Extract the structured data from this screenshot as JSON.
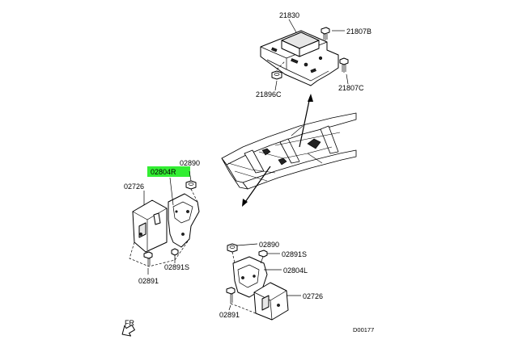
{
  "highlight_color": "#33ee33",
  "labels": {
    "p21830": "21830",
    "p21807b": "21807B",
    "p21896c": "21896C",
    "p21807c": "21807C",
    "p02890_left": "02890",
    "p02804r": "02804R",
    "p02726_left": "02726",
    "p02891s_left": "02891S",
    "p02891_left": "02891",
    "p02890_right": "02890",
    "p02891s_right": "02891S",
    "p02804l": "02804L",
    "p02726_right": "02726",
    "p02891_right": "02891",
    "fr": "FR",
    "diagram_code": "D00177"
  }
}
